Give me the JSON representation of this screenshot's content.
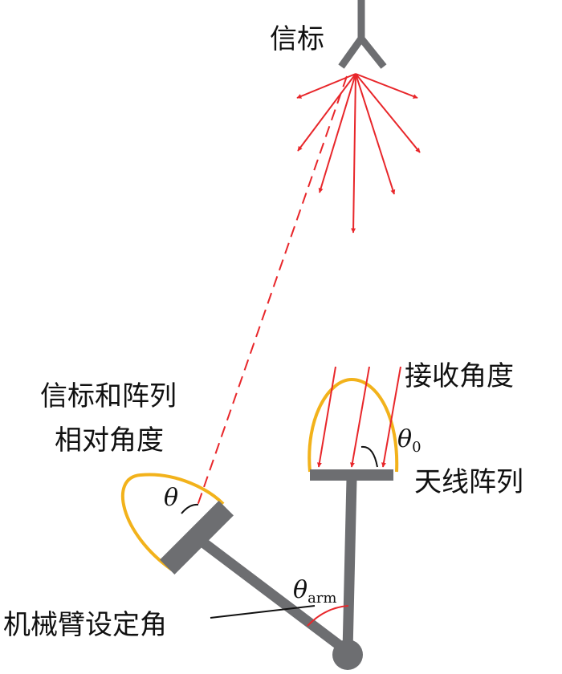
{
  "labels": {
    "beacon": "信标",
    "relative_angle_line1": "信标和阵列",
    "relative_angle_line2": "相对角度",
    "receive_angle": "接收角度",
    "antenna_array": "天线阵列",
    "arm_set_angle": "机械臂设定角"
  },
  "symbols": {
    "theta": "θ",
    "theta0_base": "θ",
    "theta0_sub": "0",
    "theta_arm_base": "θ",
    "theta_arm_sub": "arm"
  },
  "colors": {
    "arrow": "#e8262a",
    "lobe": "#f2b21b",
    "structure": "#6d6e71",
    "text": "#111111"
  }
}
